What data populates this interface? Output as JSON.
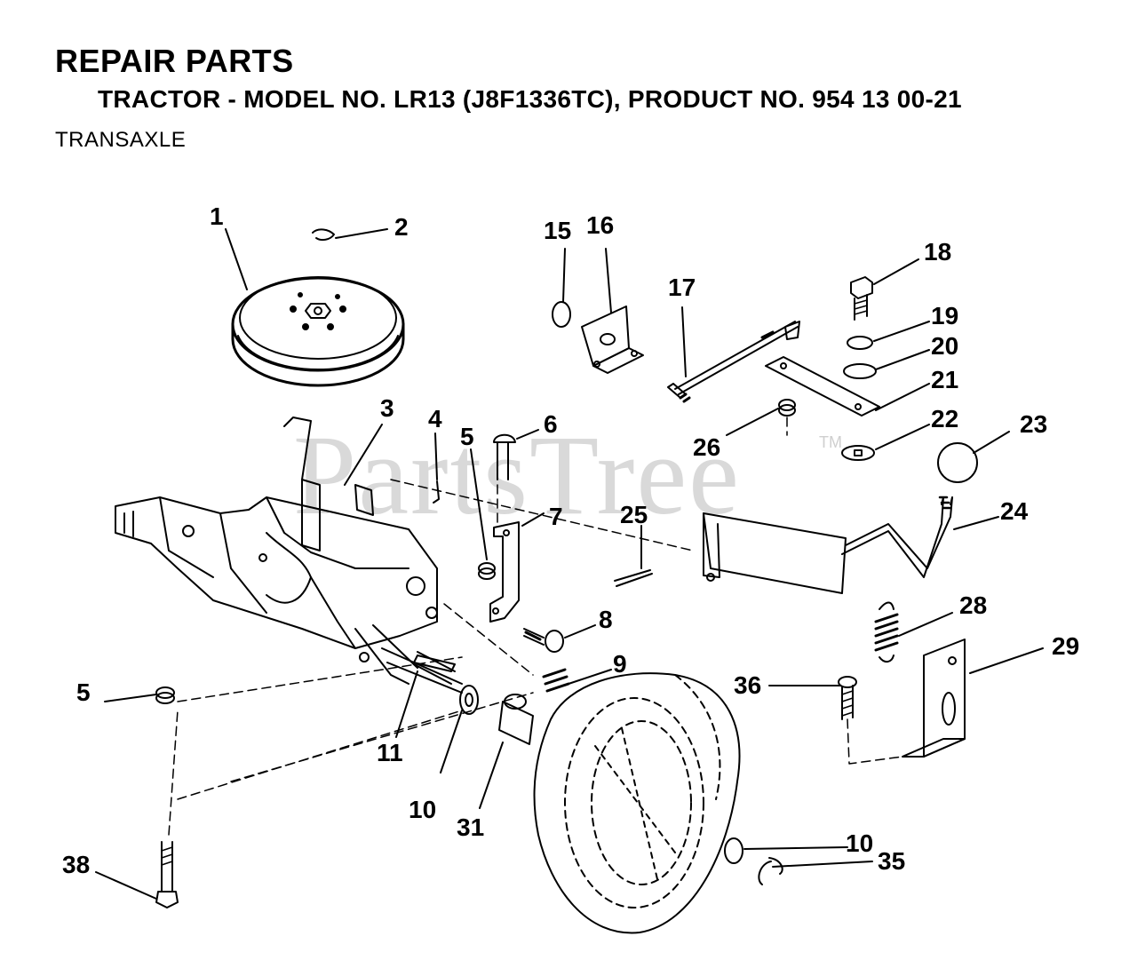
{
  "header": {
    "title": "REPAIR PARTS",
    "subtitle": "TRACTOR - MODEL NO. LR13 (J8F1336TC), PRODUCT NO. 954 13 00-21",
    "section": "TRANSAXLE"
  },
  "watermark": {
    "text": "PartsTree",
    "trademark": "TM"
  },
  "callouts": [
    {
      "id": "c1",
      "label": "1"
    },
    {
      "id": "c2",
      "label": "2"
    },
    {
      "id": "c3",
      "label": "3"
    },
    {
      "id": "c4",
      "label": "4"
    },
    {
      "id": "c5a",
      "label": "5"
    },
    {
      "id": "c5b",
      "label": "5"
    },
    {
      "id": "c6",
      "label": "6"
    },
    {
      "id": "c7",
      "label": "7"
    },
    {
      "id": "c8",
      "label": "8"
    },
    {
      "id": "c9",
      "label": "9"
    },
    {
      "id": "c10a",
      "label": "10"
    },
    {
      "id": "c10b",
      "label": "10"
    },
    {
      "id": "c11",
      "label": "11"
    },
    {
      "id": "c15",
      "label": "15"
    },
    {
      "id": "c16",
      "label": "16"
    },
    {
      "id": "c17",
      "label": "17"
    },
    {
      "id": "c18",
      "label": "18"
    },
    {
      "id": "c19",
      "label": "19"
    },
    {
      "id": "c20",
      "label": "20"
    },
    {
      "id": "c21",
      "label": "21"
    },
    {
      "id": "c22",
      "label": "22"
    },
    {
      "id": "c23",
      "label": "23"
    },
    {
      "id": "c24",
      "label": "24"
    },
    {
      "id": "c25",
      "label": "25"
    },
    {
      "id": "c26",
      "label": "26"
    },
    {
      "id": "c28",
      "label": "28"
    },
    {
      "id": "c29",
      "label": "29"
    },
    {
      "id": "c31",
      "label": "31"
    },
    {
      "id": "c35",
      "label": "35"
    },
    {
      "id": "c36",
      "label": "36"
    },
    {
      "id": "c38",
      "label": "38"
    }
  ]
}
